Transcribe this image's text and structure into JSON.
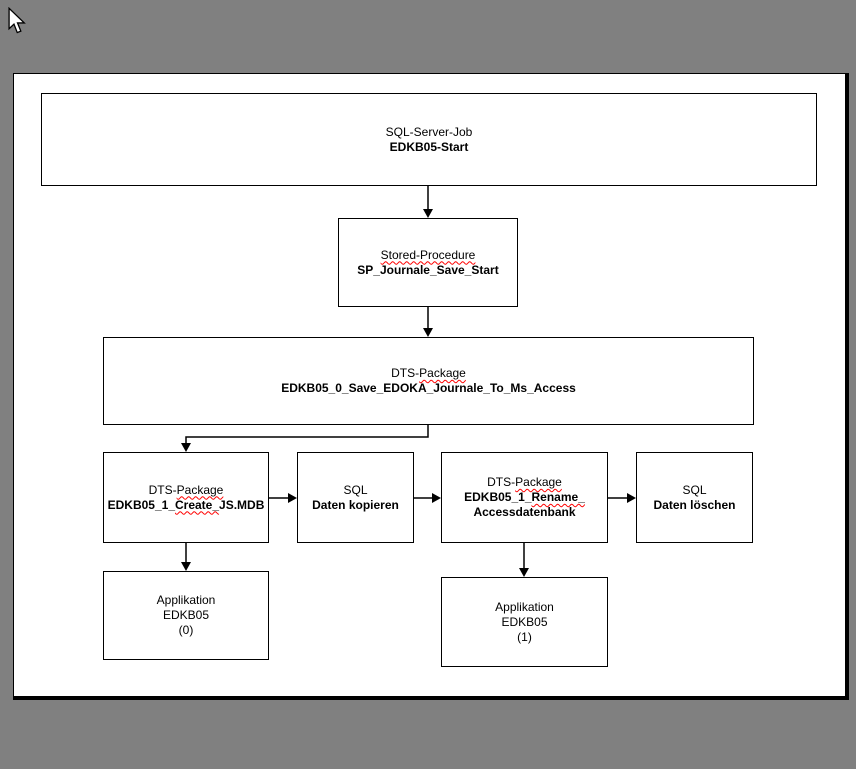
{
  "diagram": {
    "nodes": {
      "sql_server_job": {
        "line1": "SQL-Server-Job",
        "line2": "EDKB05-Start"
      },
      "stored_procedure": {
        "line1": "Stored-Procedure",
        "line2": "SP_Journale_Save_Start"
      },
      "dts_save": {
        "line1_plain": "DTS-",
        "line1_misspelled": "Package",
        "line2": "EDKB05_0_Save_EDOKA_Journale_To_Ms_Access"
      },
      "dts_create": {
        "line1_plain": "DTS-",
        "line1_misspelled": "Package",
        "line2_prefix": "EDKB05_1_",
        "line2_misspelled": "Create_",
        "line2_suffix": "JS.MDB"
      },
      "sql_copy": {
        "line1": "SQL",
        "line2": "Daten kopieren"
      },
      "dts_rename": {
        "line1_plain": "DTS-",
        "line1_misspelled": "Package",
        "line2_prefix": "EDKB05_1_",
        "line2_misspelled": "Rename_",
        "line3": "Accessdatenbank"
      },
      "sql_delete": {
        "line1": "SQL",
        "line2": "Daten löschen"
      },
      "app_0": {
        "line1": "Applikation",
        "line2": "EDKB05",
        "line3": "(0)"
      },
      "app_1": {
        "line1": "Applikation",
        "line2": "EDKB05",
        "line3": "(1)"
      }
    },
    "colors": {
      "desktop_bg": "#808080",
      "page_bg": "#ffffff",
      "line_color": "#000000",
      "misspell_underline": "#ff0000"
    }
  }
}
